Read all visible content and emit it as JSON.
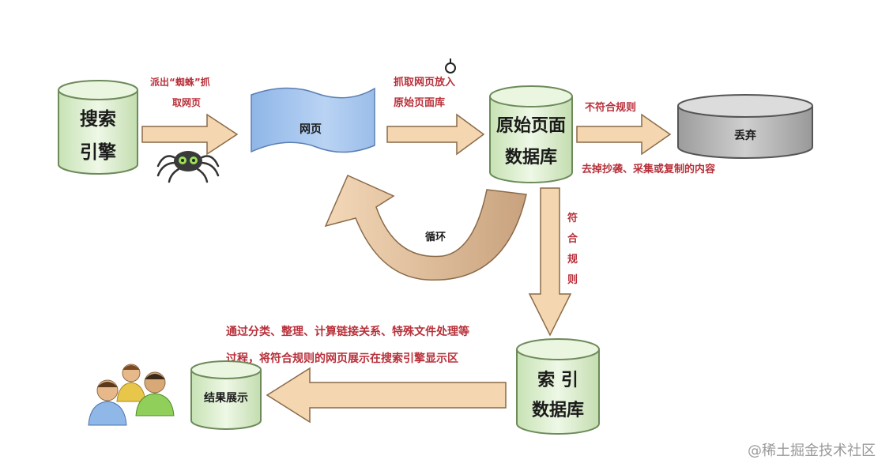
{
  "nodes": {
    "search_engine": {
      "line1": "搜索",
      "line2": "引擎"
    },
    "webpage": "网页",
    "raw_db": {
      "line1": "原始页面",
      "line2": "数据库"
    },
    "discard": "丢弃",
    "index_db": {
      "line1": "索 引",
      "line2": "数据库"
    },
    "result_display": "结果展示"
  },
  "annotations": {
    "spider": {
      "line1": "派出“蜘蛛”抓",
      "line2": "取网页"
    },
    "store": {
      "line1": "抓取网页放入",
      "line2": "原始页面库"
    },
    "reject": "不符合规则",
    "reject_detail": "去掉抄袭、采集或复制的内容",
    "loop": "循环",
    "conform": [
      "符",
      "合",
      "规",
      "则"
    ],
    "process": {
      "line1": "通过分类、整理、计算链接关系、特殊文件处理等",
      "line2": "过程，将符合规则的网页展示在搜索引擎显示区"
    }
  },
  "watermark": "@稀土掘金技术社区",
  "colors": {
    "cylinder_fill": "#dff0cf",
    "cylinder_stroke": "#6c8a5a",
    "arrow_fill": "#f4d6b0",
    "arrow_stroke": "#8a6a48",
    "page_fill": "#a9c8ee",
    "discard_fill": "#b9b9b9",
    "annotation": "#b8303a"
  }
}
